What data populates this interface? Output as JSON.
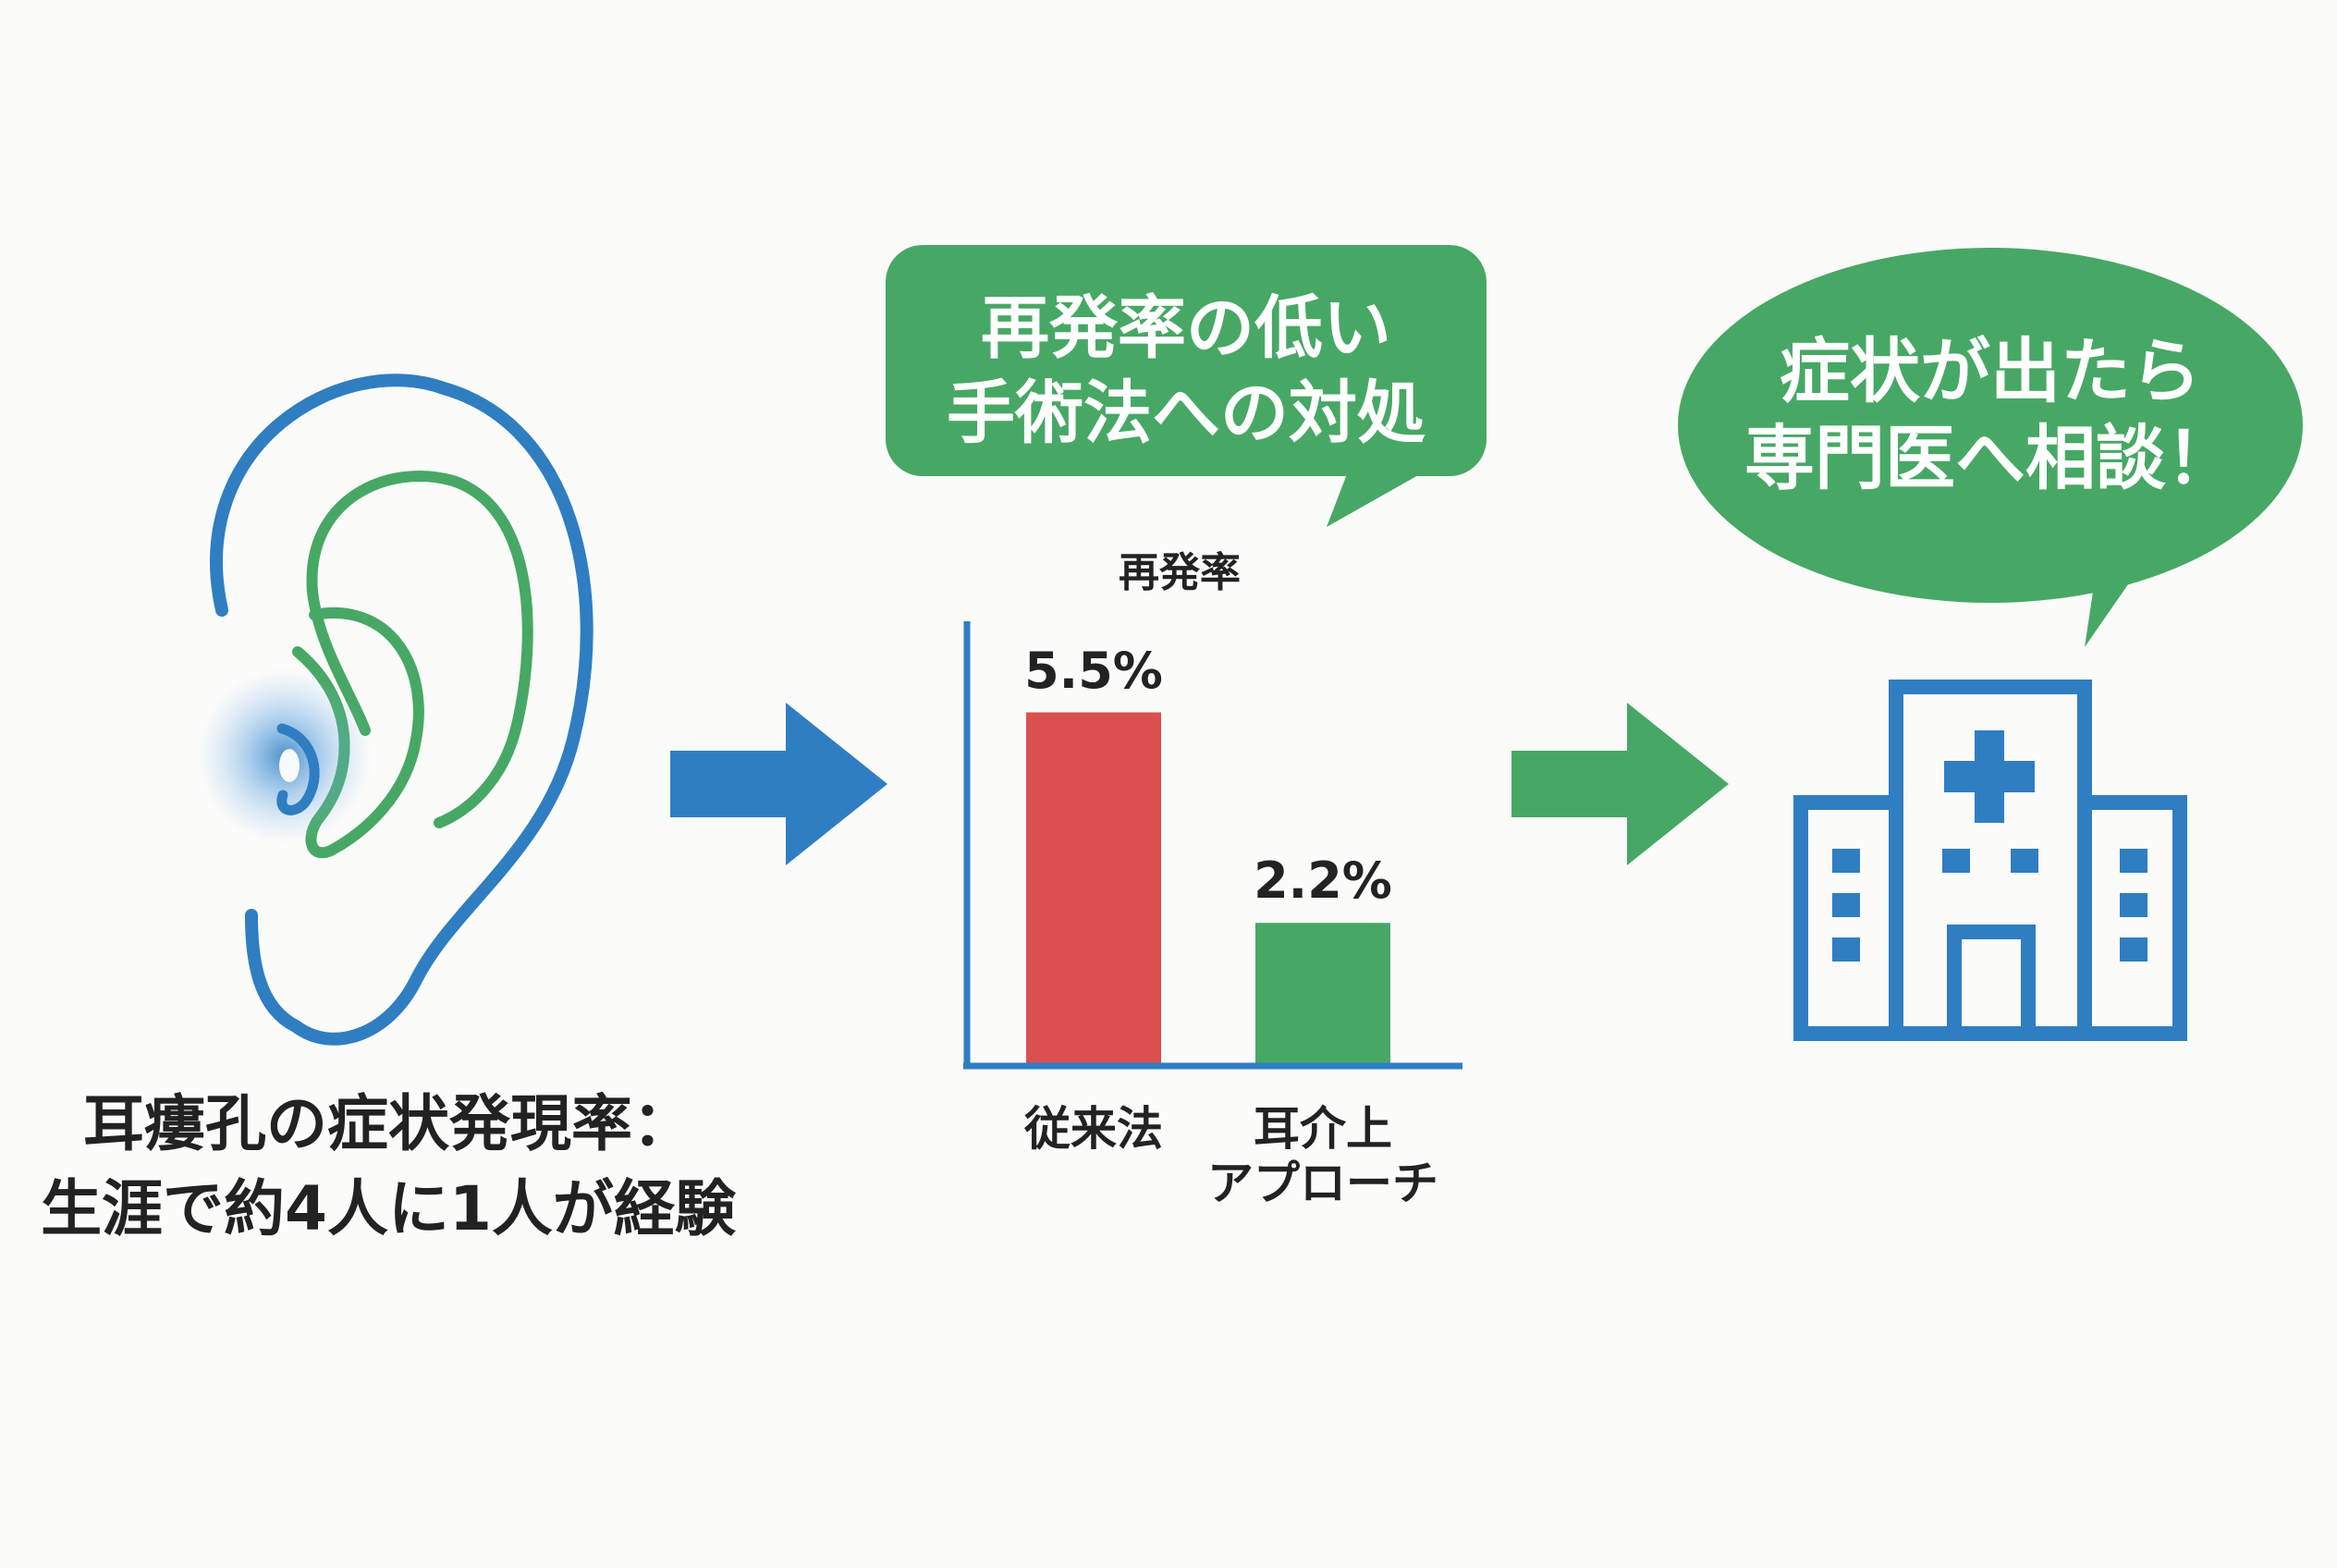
{
  "ear_caption": {
    "line1": "耳瘻孔の症状発現率：",
    "line2": "生涯で約4人に1人が経験"
  },
  "bubble_surgery": {
    "line1": "再発率の低い",
    "line2": "手術法への対処"
  },
  "bubble_consult": {
    "line1": "症状が出たら",
    "line2": "専門医へ相談！"
  },
  "colors": {
    "blue": "#2f7ec2",
    "green": "#47a865",
    "red": "#dc4f4f",
    "text": "#222222"
  },
  "icons": [
    "ear-icon",
    "arrow-right-icon",
    "hospital-icon",
    "medical-cross-icon"
  ],
  "chart_data": {
    "type": "bar",
    "title": "再発率",
    "categories": [
      [
        "従来法"
      ],
      [
        "耳介上",
        "アプローチ"
      ]
    ],
    "values": [
      5.5,
      2.2
    ],
    "value_labels": [
      "5.5%",
      "2.2%"
    ],
    "unit": "%",
    "ylim": [
      0,
      6
    ],
    "bar_colors": [
      "#dc4f4f",
      "#47a865"
    ],
    "grid": false,
    "legend": "none"
  }
}
